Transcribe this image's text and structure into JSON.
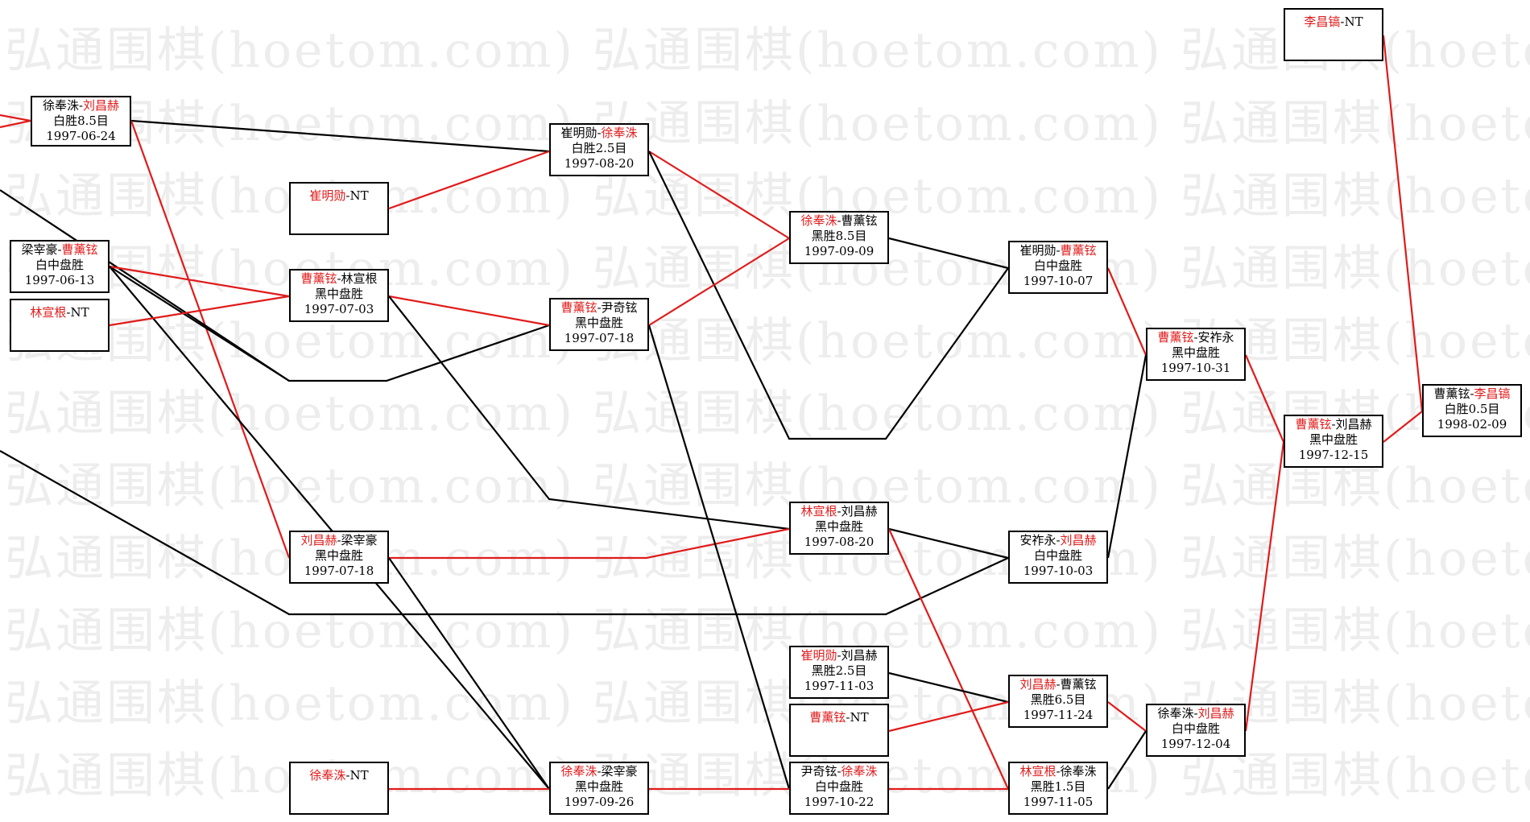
{
  "watermark": "弘通围棋(hoetom.com)",
  "colors": {
    "win": "#e01b1b",
    "normal": "#000000"
  },
  "matches": [
    {
      "id": "n1",
      "p1": "徐奉洙",
      "p2": "刘昌赫",
      "winner": 2,
      "result": "白胜8.5目",
      "date": "1997-06-24"
    },
    {
      "id": "n2",
      "p1": "梁宰豪",
      "p2": "曹薰铉",
      "winner": 2,
      "result": "白中盘胜",
      "date": "1997-06-13"
    },
    {
      "id": "n3",
      "p1": "林宣根",
      "p2": "NT",
      "winner": 1,
      "result": "",
      "date": ""
    },
    {
      "id": "n4",
      "p1": "崔明勋",
      "p2": "NT",
      "winner": 1,
      "result": "",
      "date": ""
    },
    {
      "id": "n5",
      "p1": "曹薰铉",
      "p2": "林宣根",
      "winner": 1,
      "result": "黑中盘胜",
      "date": "1997-07-03"
    },
    {
      "id": "n6",
      "p1": "刘昌赫",
      "p2": "梁宰豪",
      "winner": 1,
      "result": "黑中盘胜",
      "date": "1997-07-18"
    },
    {
      "id": "n7",
      "p1": "徐奉洙",
      "p2": "NT",
      "winner": 1,
      "result": "",
      "date": ""
    },
    {
      "id": "n8",
      "p1": "崔明勋",
      "p2": "徐奉洙",
      "winner": 2,
      "result": "白胜2.5目",
      "date": "1997-08-20"
    },
    {
      "id": "n9",
      "p1": "曹薰铉",
      "p2": "尹奇铉",
      "winner": 1,
      "result": "黑中盘胜",
      "date": "1997-07-18"
    },
    {
      "id": "n10",
      "p1": "徐奉洙",
      "p2": "梁宰豪",
      "winner": 1,
      "result": "黑中盘胜",
      "date": "1997-09-26"
    },
    {
      "id": "n11",
      "p1": "徐奉洙",
      "p2": "曹薰铉",
      "winner": 1,
      "result": "黑胜8.5目",
      "date": "1997-09-09"
    },
    {
      "id": "n12",
      "p1": "林宣根",
      "p2": "刘昌赫",
      "winner": 1,
      "result": "黑中盘胜",
      "date": "1997-08-20"
    },
    {
      "id": "n13",
      "p1": "崔明勋",
      "p2": "刘昌赫",
      "winner": 1,
      "result": "黑胜2.5目",
      "date": "1997-11-03"
    },
    {
      "id": "n14",
      "p1": "曹薰铉",
      "p2": "NT",
      "winner": 1,
      "result": "",
      "date": ""
    },
    {
      "id": "n15",
      "p1": "尹奇铉",
      "p2": "徐奉洙",
      "winner": 2,
      "result": "白中盘胜",
      "date": "1997-10-22"
    },
    {
      "id": "n16",
      "p1": "崔明勋",
      "p2": "曹薰铉",
      "winner": 2,
      "result": "白中盘胜",
      "date": "1997-10-07"
    },
    {
      "id": "n17",
      "p1": "安祚永",
      "p2": "刘昌赫",
      "winner": 2,
      "result": "白中盘胜",
      "date": "1997-10-03"
    },
    {
      "id": "n18",
      "p1": "刘昌赫",
      "p2": "曹薰铉",
      "winner": 1,
      "result": "黑胜6.5目",
      "date": "1997-11-24"
    },
    {
      "id": "n19",
      "p1": "林宣根",
      "p2": "徐奉洙",
      "winner": 1,
      "result": "黑胜1.5目",
      "date": "1997-11-05"
    },
    {
      "id": "n20",
      "p1": "曹薰铉",
      "p2": "安祚永",
      "winner": 1,
      "result": "黑中盘胜",
      "date": "1997-10-31"
    },
    {
      "id": "n21",
      "p1": "徐奉洙",
      "p2": "刘昌赫",
      "winner": 2,
      "result": "白中盘胜",
      "date": "1997-12-04"
    },
    {
      "id": "n22",
      "p1": "曹薰铉",
      "p2": "刘昌赫",
      "winner": 1,
      "result": "黑中盘胜",
      "date": "1997-12-15"
    },
    {
      "id": "n23",
      "p1": "李昌镐",
      "p2": "NT",
      "winner": 1,
      "result": "",
      "date": ""
    },
    {
      "id": "n24",
      "p1": "曹薰铉",
      "p2": "李昌镐",
      "winner": 2,
      "result": "白胜0.5目",
      "date": "1998-02-09"
    }
  ]
}
